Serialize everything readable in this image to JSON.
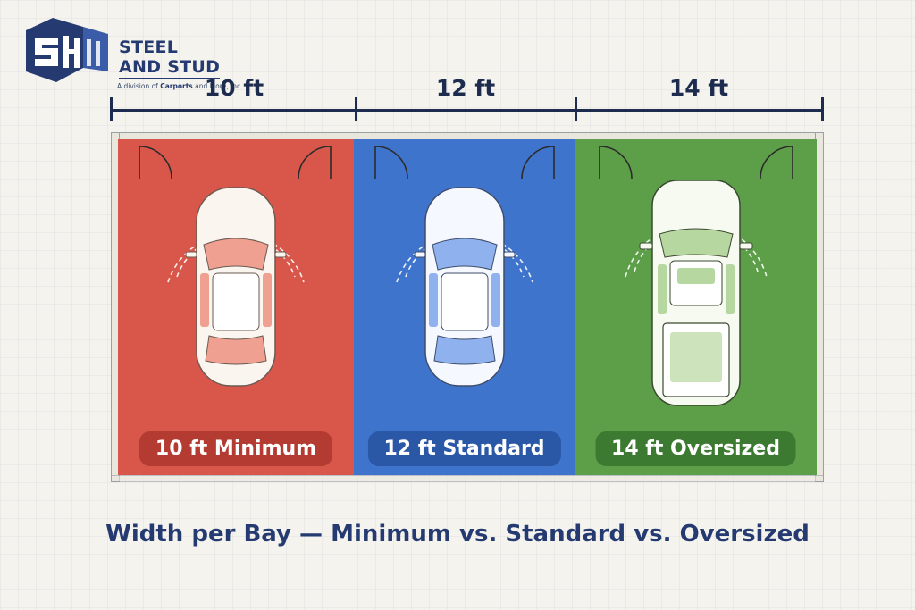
{
  "brand": {
    "name_line1": "STEEL",
    "name_line2": "AND STUD",
    "tagline_prefix": "A division of ",
    "tagline_strong": "Carports",
    "tagline_suffix": " and More, Inc.",
    "color": "#243a70"
  },
  "dimensions": [
    {
      "label": "10 ft",
      "feet": 10
    },
    {
      "label": "12 ft",
      "feet": 12
    },
    {
      "label": "14 ft",
      "feet": 14
    }
  ],
  "bays": [
    {
      "badge": "10 ft Minimum",
      "color": "#d9574a",
      "vehicle": "sedan"
    },
    {
      "badge": "12 ft Standard",
      "color": "#3f74cc",
      "vehicle": "sedan"
    },
    {
      "badge": "14 ft Oversized",
      "color": "#5c9f48",
      "vehicle": "pickup-truck"
    }
  ],
  "caption": "Width per Bay — Minimum vs. Standard vs. Oversized"
}
